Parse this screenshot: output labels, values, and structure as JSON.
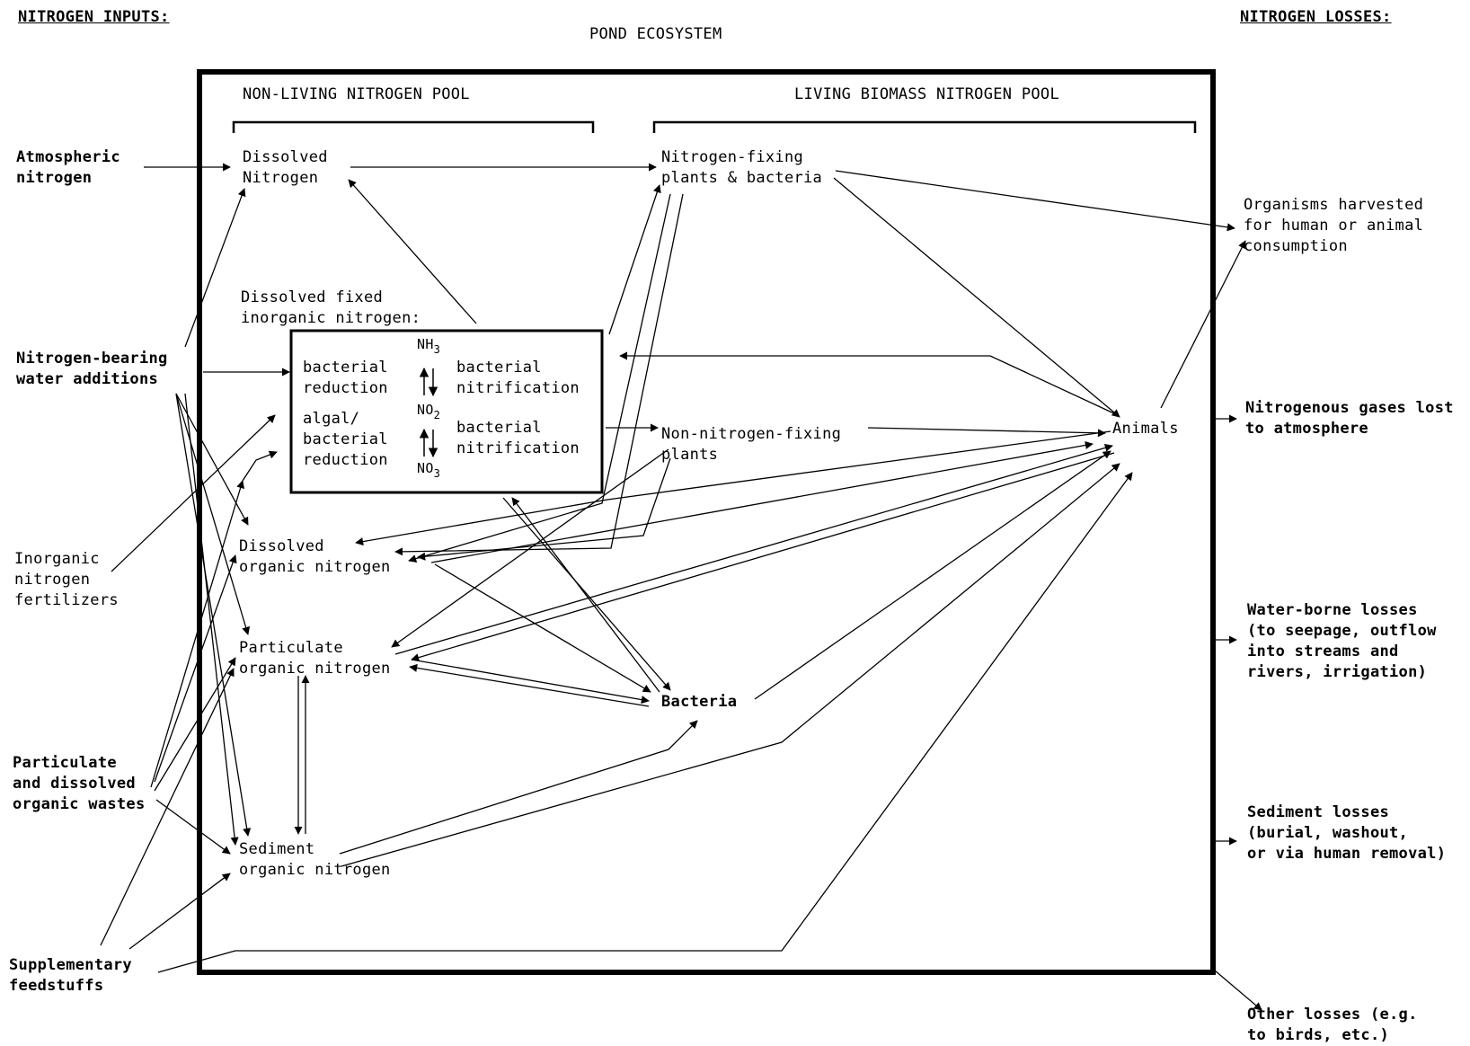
{
  "headers": {
    "inputs": "NITROGEN INPUTS:",
    "losses": "NITROGEN LOSSES:",
    "ecosystem": "POND ECOSYSTEM",
    "nonliving_pool": "NON-LIVING NITROGEN POOL",
    "living_pool": "LIVING BIOMASS NITROGEN POOL"
  },
  "inputs": {
    "atmospheric": "Atmospheric\nnitrogen",
    "water": "Nitrogen-bearing\nwater additions",
    "fertilizers": "Inorganic\nnitrogen\nfertilizers",
    "wastes": "Particulate\nand dissolved\norganic wastes",
    "feedstuffs": "Supplementary\nfeedstuffs"
  },
  "pools": {
    "dissolved_nitrogen": "Dissolved\nNitrogen",
    "dfin_title": "Dissolved fixed\ninorganic nitrogen:",
    "bacterial_reduction": "bacterial\nreduction",
    "algal_reduction": "algal/\nbacterial\nreduction",
    "bacterial_nitrification_1": "bacterial\nnitrification",
    "bacterial_nitrification_2": "bacterial\nnitrification",
    "nh": "NH",
    "nh_sub": "3",
    "no2": "NO",
    "no2_sub": "2",
    "no3": "NO",
    "no3_sub": "3",
    "don": "Dissolved\norganic nitrogen",
    "pon": "Particulate\norganic nitrogen",
    "son": "Sediment\norganic nitrogen"
  },
  "living": {
    "fixers": "Nitrogen-fixing\nplants & bacteria",
    "nonfixers": "Non-nitrogen-fixing\nplants",
    "bacteria": "Bacteria",
    "animals": "Animals"
  },
  "losses": {
    "harvest": "Organisms harvested\nfor human or animal\nconsumption",
    "gases": "Nitrogenous gases lost\nto atmosphere",
    "water": "Water-borne losses\n(to seepage, outflow\ninto streams and\nrivers, irrigation)",
    "sediment": "Sediment losses\n(burial, washout,\nor via human removal)",
    "other": "Other losses (e.g.\nto birds, etc.)"
  }
}
